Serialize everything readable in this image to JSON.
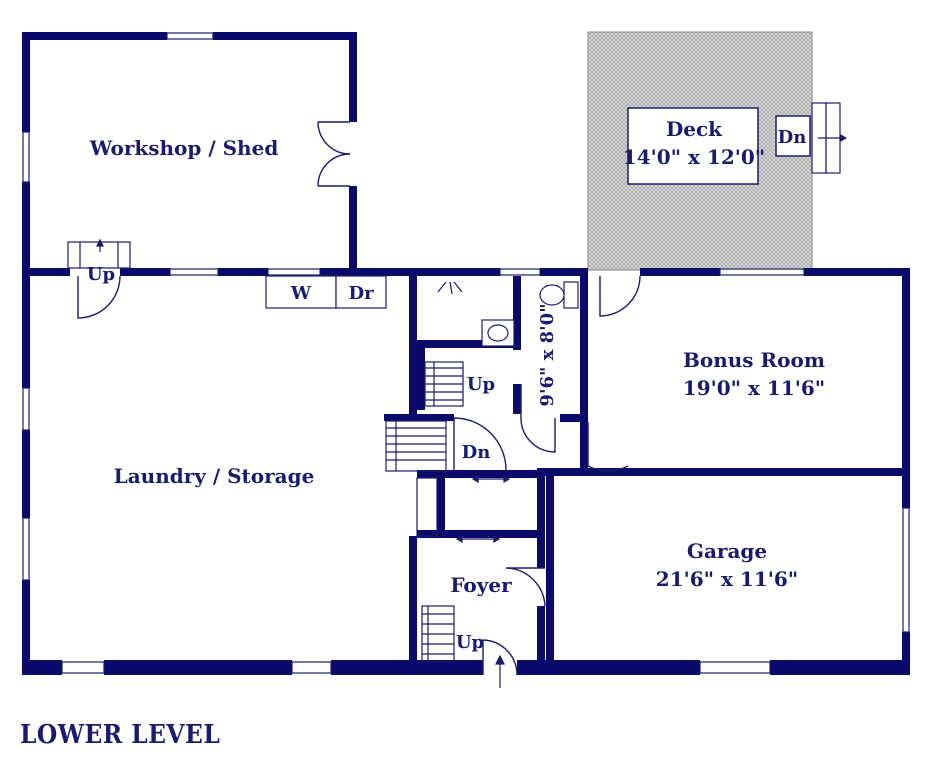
{
  "plan": {
    "level_title": "LOWER LEVEL",
    "colors": {
      "wall": "#0a0a6b",
      "text": "#1b1b6e",
      "deck_fill": "#c8c8c8"
    },
    "rooms": {
      "workshop": {
        "name": "Workshop / Shed"
      },
      "deck": {
        "name": "Deck",
        "dims": "14'0\" x 12'0\""
      },
      "laundry": {
        "name": "Laundry / Storage"
      },
      "bonus": {
        "name": "Bonus Room",
        "dims": "19'0\" x 11'6\""
      },
      "garage": {
        "name": "Garage",
        "dims": "21'6\" x 11'6\""
      },
      "foyer": {
        "name": "Foyer"
      },
      "bath": {
        "dims": "9'6\" x 8'0\""
      }
    },
    "labels": {
      "deck_stairs": "Dn",
      "shed_stairs": "Up",
      "washer": "W",
      "dryer": "Dr",
      "stairs_up": "Up",
      "stairs_down": "Dn",
      "foyer_stairs": "Up"
    }
  }
}
